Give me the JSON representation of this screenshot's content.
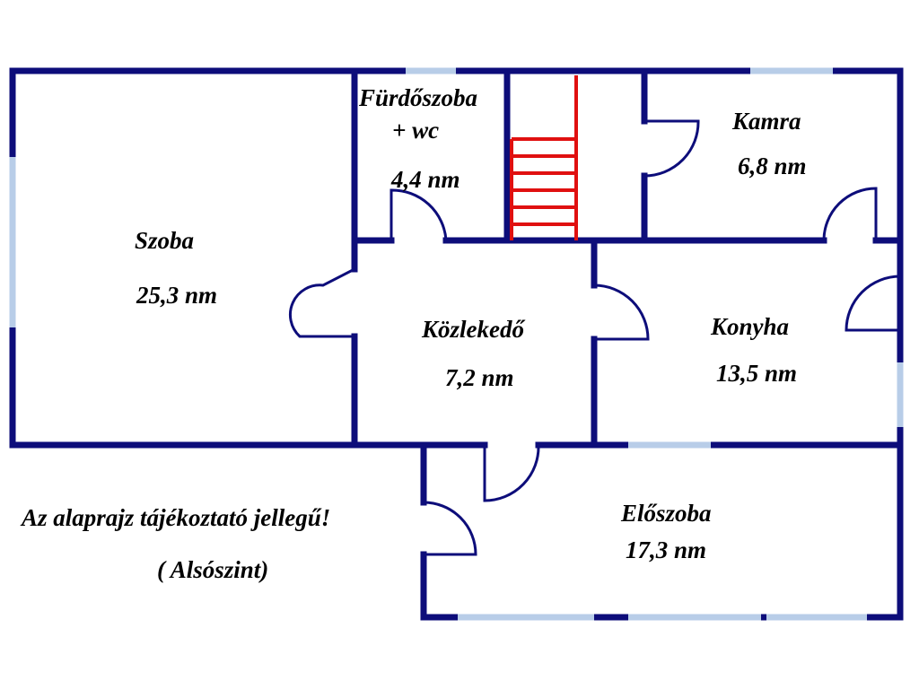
{
  "rooms": [
    {
      "id": "szoba",
      "name": "Szoba",
      "area": "25,3 nm"
    },
    {
      "id": "furdo",
      "name_line1": "Fürdőszoba",
      "name_line2": "+ wc",
      "area": "4,4 nm"
    },
    {
      "id": "kamra",
      "name": "Kamra",
      "area": "6,8 nm"
    },
    {
      "id": "kozlekedo",
      "name": "Közlekedő",
      "area": "7,2 nm"
    },
    {
      "id": "konyha",
      "name": "Konyha",
      "area": "13,5 nm"
    },
    {
      "id": "eloszoba",
      "name": "Előszoba",
      "area": "17,3 nm"
    }
  ],
  "notes": {
    "disclaimer": "Az alaprajz tájékoztató jellegű!",
    "level": "( Alsószint)"
  },
  "colors": {
    "wall": "#0d0d7a",
    "window": "#b8cde8",
    "stair": "#e01010",
    "text": "#000000"
  }
}
